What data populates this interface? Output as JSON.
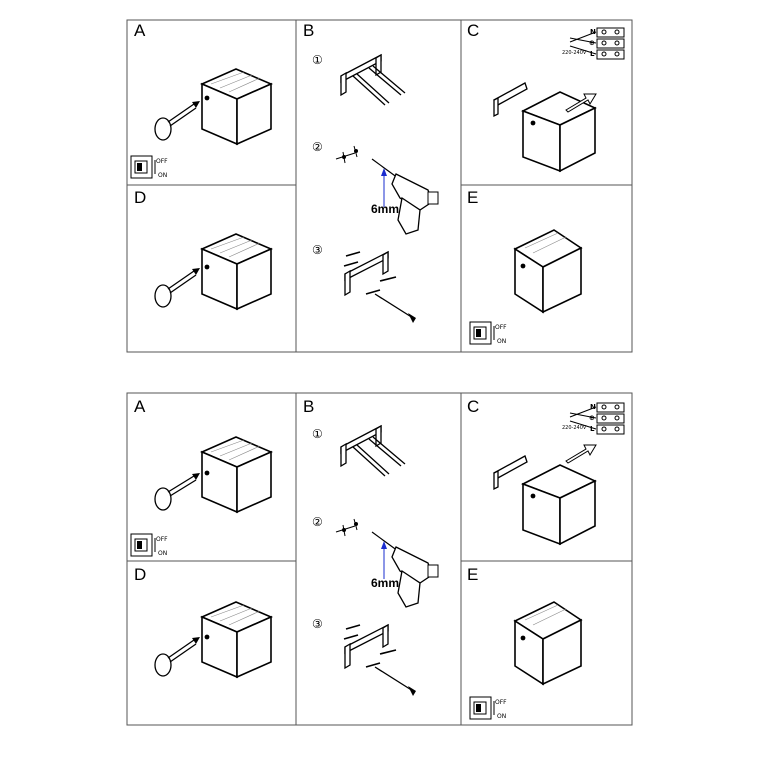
{
  "sets": [
    {
      "labels": {
        "a": "A",
        "b": "B",
        "c": "C",
        "d": "D",
        "e": "E"
      },
      "steps": [
        "①",
        "②",
        "③"
      ],
      "drill_size": "6mm",
      "switch": {
        "off": "OFF",
        "on": "ON"
      },
      "wiring": {
        "voltage": "220-240V",
        "n": "N",
        "earth": "⊕",
        "l": "L"
      }
    },
    {
      "labels": {
        "a": "A",
        "b": "B",
        "c": "C",
        "d": "D",
        "e": "E"
      },
      "steps": [
        "①",
        "②",
        "③"
      ],
      "drill_size": "6mm",
      "switch": {
        "off": "OFF",
        "on": "ON"
      },
      "wiring": {
        "voltage": "220-240V",
        "n": "N",
        "earth": "⊕",
        "l": "L"
      }
    }
  ]
}
